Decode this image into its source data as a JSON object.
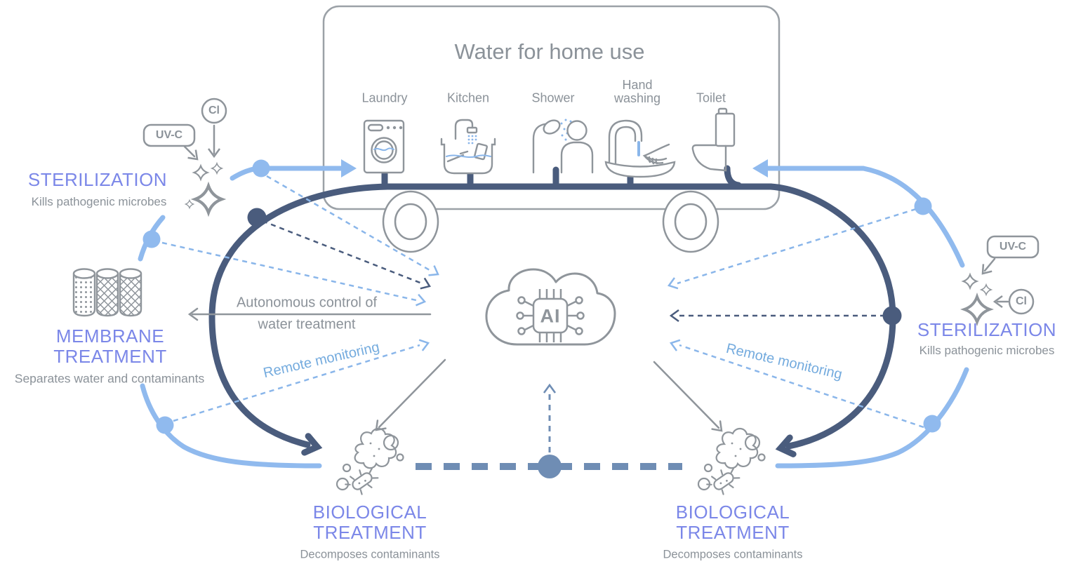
{
  "colors": {
    "purple_heading": "#7b87e8",
    "gray_text": "#8b9299",
    "icon_gray": "#8f959b",
    "navy_pipe": "#4a5c7d",
    "light_blue": "#90baee",
    "dashed_light_blue": "#8ab6ea",
    "steel_blue": "#6f8db4",
    "remote_text_blue": "#74abde"
  },
  "house": {
    "title": "Water for home use",
    "appliances": [
      {
        "label": "Laundry"
      },
      {
        "label": "Kitchen"
      },
      {
        "label": "Shower"
      },
      {
        "label": "Hand washing"
      },
      {
        "label": "Toilet"
      }
    ]
  },
  "left_sterilization": {
    "title": "STERILIZATION",
    "subtitle": "Kills pathogenic microbes",
    "uvc": "UV-C",
    "cl": "Cl"
  },
  "membrane": {
    "title_line1": "MEMBRANE",
    "title_line2": "TREATMENT",
    "subtitle": "Separates water and contaminants"
  },
  "left_biological": {
    "title_line1": "BIOLOGICAL",
    "title_line2": "TREATMENT",
    "subtitle": "Decomposes contaminants"
  },
  "right_biological": {
    "title_line1": "BIOLOGICAL",
    "title_line2": "TREATMENT",
    "subtitle": "Decomposes contaminants"
  },
  "right_sterilization": {
    "title": "STERILIZATION",
    "subtitle": "Kills pathogenic microbes",
    "uvc": "UV-C",
    "cl": "Cl"
  },
  "ai_cloud": {
    "chip_label": "AI"
  },
  "annotations": {
    "autonomous_line1": "Autonomous control of",
    "autonomous_line2": "water treatment",
    "remote_left": "Remote monitoring",
    "remote_right": "Remote monitoring"
  }
}
